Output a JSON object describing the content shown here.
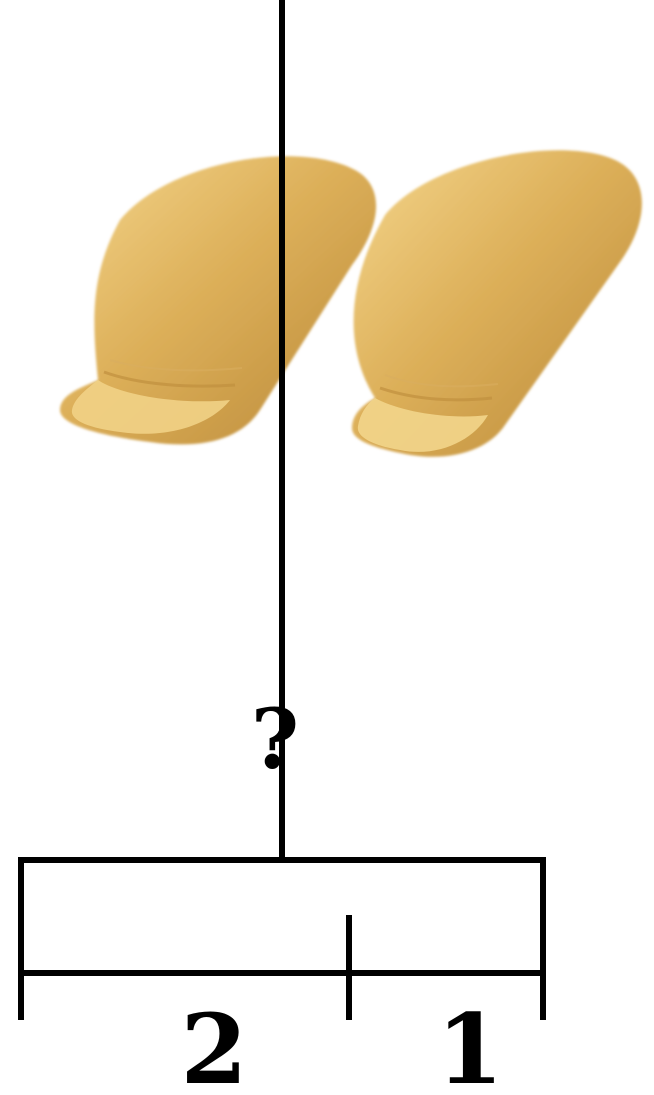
{
  "diagram": {
    "question_label": "?",
    "part_labels": [
      "2",
      "1"
    ],
    "items": [
      "rolled-pancake",
      "rolled-pancake"
    ]
  },
  "colors": {
    "ink": "#000000",
    "background": "#ffffff",
    "pancake_light": "#f0cc7a",
    "pancake_mid": "#d9a84f",
    "pancake_dark": "#b78532"
  }
}
